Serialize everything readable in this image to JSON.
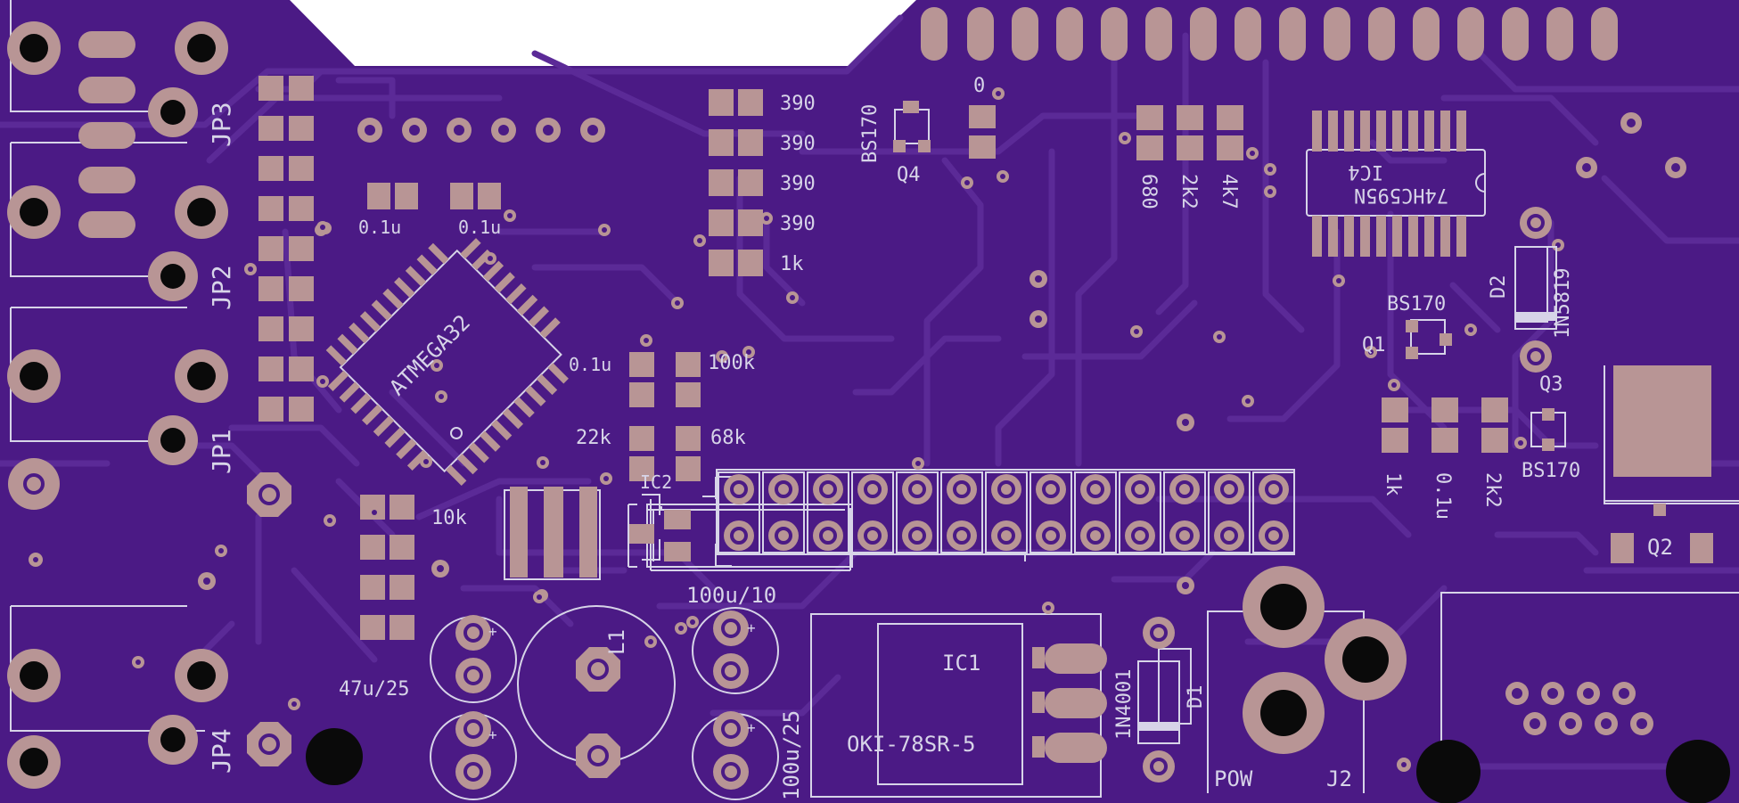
{
  "colors": {
    "board": "#4b1a85",
    "trace": "#55248f",
    "pad": "#b89595",
    "silk": "#d7d4e8",
    "hole": "#0a0a0a",
    "background": "#ffffff"
  },
  "connectors": {
    "jp3": "JP3",
    "jp2": "JP2",
    "jp1": "JP1",
    "jp4": "JP4",
    "j2": "J2",
    "pow": "POW"
  },
  "ics": {
    "u1_part": "ATMEGA32",
    "ic4_name": "IC4",
    "ic4_part": "74HC595N",
    "ic2_name": "IC2",
    "ic1_name": "IC1",
    "ic1_part": "OKI-78SR-5"
  },
  "transistors": {
    "q4_name": "Q4",
    "q4_part": "BS170",
    "q1_name": "Q1",
    "q1_part": "BS170",
    "q3_name": "Q3",
    "q3_part": "BS170",
    "q2_name": "Q2"
  },
  "diodes": {
    "d2_name": "D2",
    "d2_part": "1N5819",
    "d1_name": "D1",
    "d1_part": "1N4001"
  },
  "inductor": "L1",
  "values": {
    "r_390_a": "390",
    "r_390_b": "390",
    "r_390_c": "390",
    "r_390_d": "390",
    "r_1k_top": "1k",
    "r_0": "0",
    "r_680": "680",
    "r_2k2_top": "2k2",
    "r_4k7": "4k7",
    "c_01u_a": "0.1u",
    "c_01u_b": "0.1u",
    "c_01u_c": "0.1u",
    "r_100k": "100k",
    "r_22k": "22k",
    "r_68k": "68k",
    "r_10k": "10k",
    "r_1k_right": "1k",
    "c_01u_right": "0.1u",
    "r_2k2_right": "2k2",
    "c_100u10": "100u/10",
    "c_100u25": "100u/25",
    "c_47u25": "47u/25",
    "polarity_plus": "+"
  }
}
